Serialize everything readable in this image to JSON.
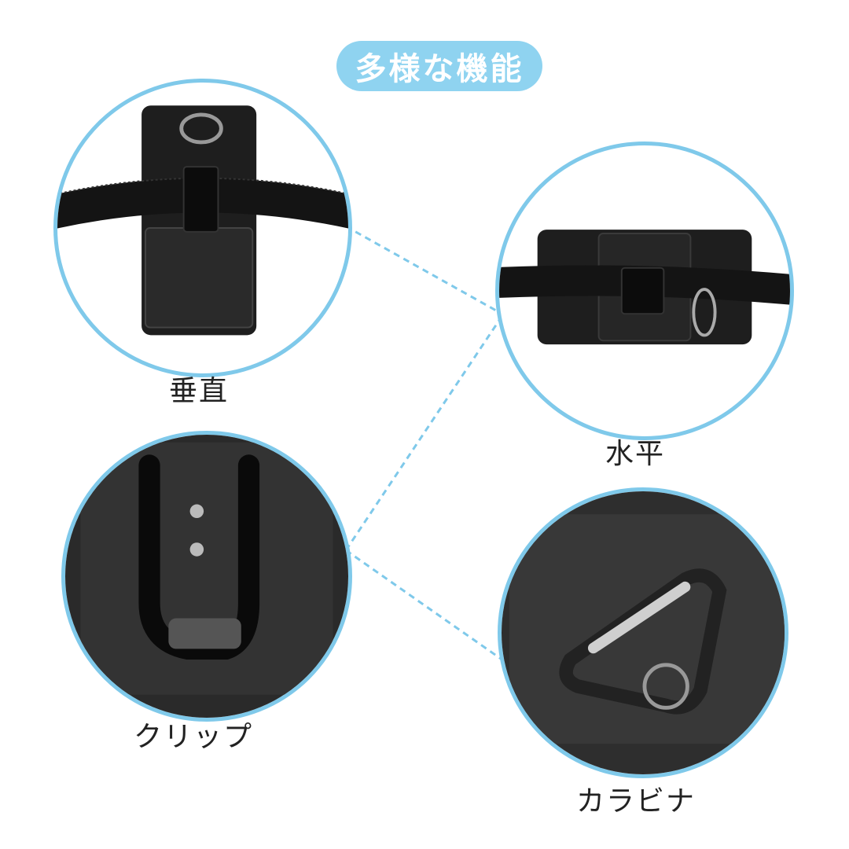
{
  "title": "多様な機能",
  "labels": {
    "vertical": "垂直",
    "horizontal": "水平",
    "clip": "クリップ",
    "carabiner": "カラビナ"
  },
  "colors": {
    "accent": "#8fd3f0",
    "circle_border": "#7fc9ea",
    "connector": "#7fc9ea",
    "product": "#1c1c1c"
  }
}
